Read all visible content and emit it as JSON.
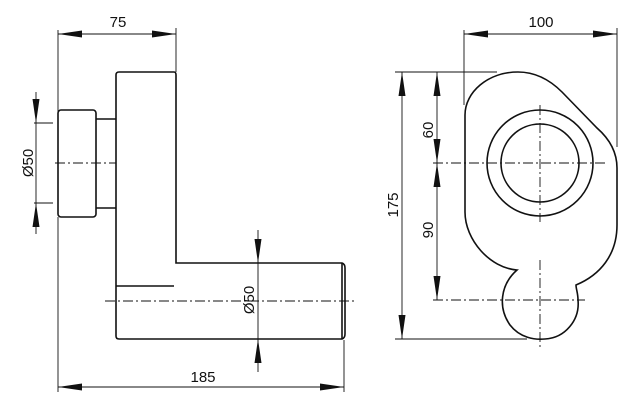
{
  "side_view": {
    "width_top": "75",
    "inlet_diameter": "Ø50",
    "outlet_diameter": "Ø50",
    "total_length": "185"
  },
  "front_view": {
    "width": "100",
    "total_height": "175",
    "upper_offset": "60",
    "lower_offset": "90"
  }
}
